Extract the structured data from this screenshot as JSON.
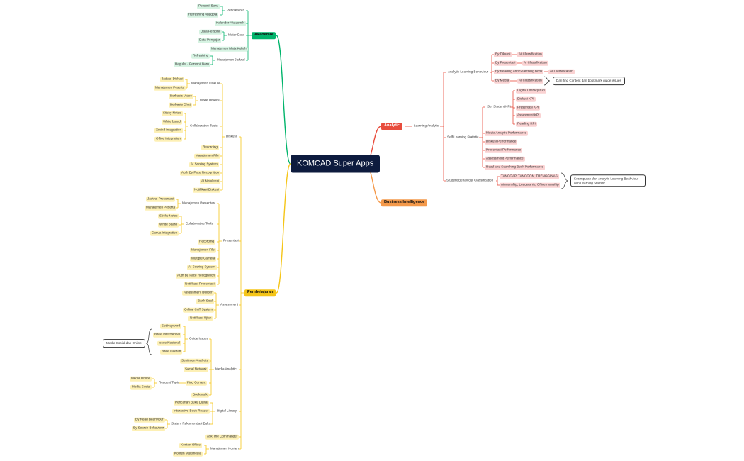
{
  "root": "KOMCAD Super Apps",
  "colors": {
    "Akademik": "#00b46b",
    "Pembelajaran": "#f5c518",
    "Analytic": "#e84c3d",
    "Business": "#f4994a",
    "dark": "#333333"
  },
  "nodes": [
    {
      "id": "root",
      "text": "KOMCAD Super Apps"
    },
    {
      "id": "akademik",
      "text": "Akademik"
    },
    {
      "id": "pembelajaran",
      "text": "Pembelajaran"
    },
    {
      "id": "analytic",
      "text": "Analytic"
    },
    {
      "id": "bi",
      "text": "Business Intelligence"
    },
    {
      "id": "a_pendaftaran",
      "text": "Pendaftaran"
    },
    {
      "id": "a_personil_baru",
      "text": "Personil Baru"
    },
    {
      "id": "a_refreshing_anggota",
      "text": "Refreshing Anggota"
    },
    {
      "id": "a_kalender",
      "text": "Kalender Akademik"
    },
    {
      "id": "a_master",
      "text": "Mater Data"
    },
    {
      "id": "a_data_personil",
      "text": "Data Personil"
    },
    {
      "id": "a_data_pengajar",
      "text": "Data Pengajar"
    },
    {
      "id": "a_matkul",
      "text": "Manajemen Mata Kuliah"
    },
    {
      "id": "a_jadwal",
      "text": "Manajemen Jadwal"
    },
    {
      "id": "a_refreshing",
      "text": "Refreshing"
    },
    {
      "id": "a_reguler",
      "text": "Reguler - Personil Baru"
    },
    {
      "id": "p_diskusi",
      "text": "Diskusi"
    },
    {
      "id": "p_mgmt_diskusi",
      "text": "Manajemen Diskusi"
    },
    {
      "id": "p_jadwal_diskusi",
      "text": "Jadwal Diskusi"
    },
    {
      "id": "p_mgmt_peserta",
      "text": "Manajemen Peserta"
    },
    {
      "id": "p_mode_diskusi",
      "text": "Mode Diskusi"
    },
    {
      "id": "p_berbasis_video",
      "text": "Berbasis Video"
    },
    {
      "id": "p_berbasis_chat",
      "text": "Berbasis Chat"
    },
    {
      "id": "p_collab1",
      "text": "Collaborative Tools"
    },
    {
      "id": "p_sticky1",
      "text": "Sticky Notes"
    },
    {
      "id": "p_white1",
      "text": "White board"
    },
    {
      "id": "p_xmind",
      "text": "Xmind Integration"
    },
    {
      "id": "p_office",
      "text": "Office Integration"
    },
    {
      "id": "p_rec1",
      "text": "Recording"
    },
    {
      "id": "p_file1",
      "text": "Manajemen File"
    },
    {
      "id": "p_ai_score1",
      "text": "AI Scoring System"
    },
    {
      "id": "p_face1",
      "text": "Auth By Face Recognition"
    },
    {
      "id": "p_notulen",
      "text": "AI Notulensi"
    },
    {
      "id": "p_notif_diskusi",
      "text": "Notifikasi Diskusi"
    },
    {
      "id": "p_presentasi",
      "text": "Presentasi"
    },
    {
      "id": "p_mgmt_pres",
      "text": "Manajemen Presentasi"
    },
    {
      "id": "p_jadwal_pres",
      "text": "Jadwal Presentasi"
    },
    {
      "id": "p_mgmt_peserta2",
      "text": "Manajemen Peserta"
    },
    {
      "id": "p_collab2",
      "text": "Collaborative Tools"
    },
    {
      "id": "p_sticky2",
      "text": "Sticky Notes"
    },
    {
      "id": "p_white2",
      "text": "White board"
    },
    {
      "id": "p_canva",
      "text": "Canva Integration"
    },
    {
      "id": "p_rec2",
      "text": "Recording"
    },
    {
      "id": "p_file2",
      "text": "Manajemen File"
    },
    {
      "id": "p_multi_cam",
      "text": "Multiple Camera"
    },
    {
      "id": "p_ai_score2",
      "text": "AI Scoring System"
    },
    {
      "id": "p_face2",
      "text": "Auth By Face Recognition"
    },
    {
      "id": "p_notif_pres",
      "text": "Notifikasi Presentasi"
    },
    {
      "id": "p_assessment",
      "text": "Assessment"
    },
    {
      "id": "p_assess_builder",
      "text": "Assessment Builder"
    },
    {
      "id": "p_bank_soal",
      "text": "Bank Soal"
    },
    {
      "id": "p_cat",
      "text": "Online CAT System"
    },
    {
      "id": "p_notif_ujian",
      "text": "Notifikasi Ujian"
    },
    {
      "id": "p_media",
      "text": "Media Analytic"
    },
    {
      "id": "p_guide",
      "text": "Guide Issues"
    },
    {
      "id": "p_set_kw",
      "text": "Set Keyword"
    },
    {
      "id": "p_issue_int",
      "text": "Issue Internsional"
    },
    {
      "id": "p_issue_nas",
      "text": "Issue Nasional"
    },
    {
      "id": "p_issue_dae",
      "text": "Issue Daerah"
    },
    {
      "id": "p_sentimen",
      "text": "Sentimen Analysis"
    },
    {
      "id": "p_social",
      "text": "Social Network"
    },
    {
      "id": "p_find",
      "text": "Find Content"
    },
    {
      "id": "p_request",
      "text": "Request Topic"
    },
    {
      "id": "p_media_online",
      "text": "Media Online"
    },
    {
      "id": "p_media_sosial",
      "text": "Media Sosial"
    },
    {
      "id": "p_bookmark",
      "text": "Bookmark"
    },
    {
      "id": "p_sosial_box",
      "text": "Media Sosial dan Online"
    },
    {
      "id": "p_library",
      "text": "Digital Library"
    },
    {
      "id": "p_pencarian",
      "text": "Pencarian Buku Digital"
    },
    {
      "id": "p_reader",
      "text": "Interactive Book Reader"
    },
    {
      "id": "p_rekomendasi",
      "text": "Sistem Rekomendasi Buku"
    },
    {
      "id": "p_by_read",
      "text": "By Read Beahviour"
    },
    {
      "id": "p_by_search",
      "text": "By Search Behaviour"
    },
    {
      "id": "p_ask",
      "text": "Ask The Commander"
    },
    {
      "id": "p_konten",
      "text": "Manajemen Konten"
    },
    {
      "id": "p_konten_office",
      "text": "Konten Office"
    },
    {
      "id": "p_konten_mm",
      "text": "Konten Multimedia"
    },
    {
      "id": "an_learning",
      "text": "Learning Analytic"
    },
    {
      "id": "an_alb",
      "text": "Analytic Learning Behaviour"
    },
    {
      "id": "an_by_diskusi",
      "text": "By Diksusi"
    },
    {
      "id": "an_ai1",
      "text": "AI Classification"
    },
    {
      "id": "an_by_pres",
      "text": "By Presentasi"
    },
    {
      "id": "an_ai2",
      "text": "AI Classification"
    },
    {
      "id": "an_by_read",
      "text": "By Reading and Searching Book"
    },
    {
      "id": "an_ai3",
      "text": "AI Classification"
    },
    {
      "id": "an_by_media",
      "text": "By Media"
    },
    {
      "id": "an_ai4",
      "text": "AI Classification"
    },
    {
      "id": "an_box1",
      "text": "Dari find Content dan bookmark guide issues"
    },
    {
      "id": "an_sls",
      "text": "Self Learning Statistic"
    },
    {
      "id": "an_set_kpi",
      "text": "Set Student KPI"
    },
    {
      "id": "an_dl_kpi",
      "text": "Digital Literacy KPI"
    },
    {
      "id": "an_disk_kpi",
      "text": "Diskusi KPI"
    },
    {
      "id": "an_pres_kpi",
      "text": "Presentasi KPI"
    },
    {
      "id": "an_ass_kpi",
      "text": "Assesment KPI"
    },
    {
      "id": "an_read_kpi",
      "text": "Reading KPI"
    },
    {
      "id": "an_media_perf",
      "text": "Media Analytic Performance"
    },
    {
      "id": "an_disk_perf",
      "text": "Diskusi Performance"
    },
    {
      "id": "an_pres_perf",
      "text": "Presentasi Performance"
    },
    {
      "id": "an_ass_perf",
      "text": "Assessment Performance"
    },
    {
      "id": "an_read_perf",
      "text": "Read and Searching Book Performance"
    },
    {
      "id": "an_sbc",
      "text": "Student Behaviour Classification"
    },
    {
      "id": "an_tanggap",
      "text": "TANGGAP, TANGGON, TRENGGINAS"
    },
    {
      "id": "an_airmanship",
      "text": "Airmanship, Leadership, Officermanship"
    },
    {
      "id": "an_box2",
      "text": "Kesimpulan dari Analytic Learning Beahviour dan Learning Statistic"
    }
  ]
}
